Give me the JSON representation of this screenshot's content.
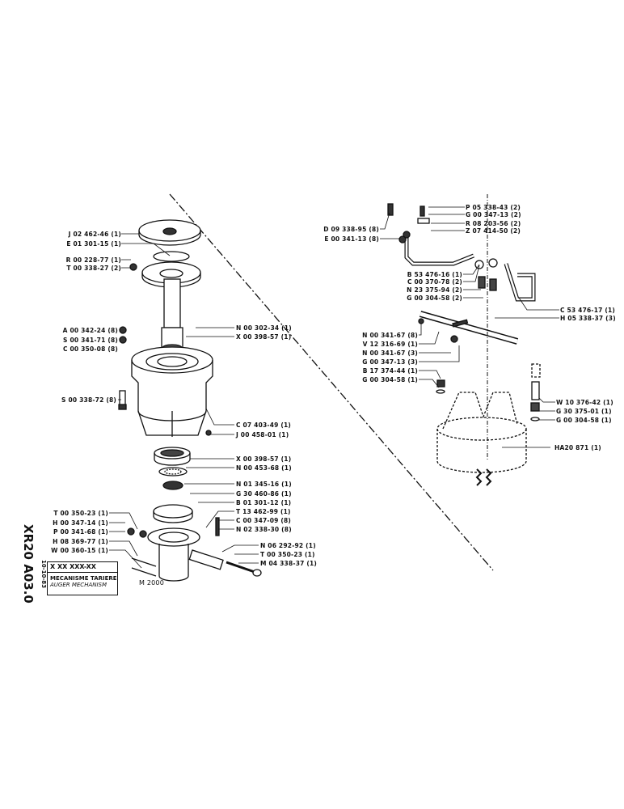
{
  "title_block": {
    "code": "X XX XXX-XX",
    "title_fr": "MECANISME TARIERE",
    "title_en": "AUGER MECHANISM",
    "model": "M 2000",
    "reference": "XR20 A03.0",
    "date": "10-10-83"
  },
  "left_parts": [
    "J 02 462-46 (1)",
    "E 01 301-15 (1)",
    "R 00 228-77 (1)",
    "T 00 338-27 (2)",
    "A 00 342-24 (8)",
    "S 00 341-71 (8)",
    "C 00 350-08 (8)",
    "S 00 338-72 (8)"
  ],
  "center_parts": [
    "N 00 302-34 (1)",
    "X 00 398-57 (1)",
    "C 07 403-49 (1)",
    "J 00 458-01 (1)",
    "X 00 398-57 (1)",
    "N 00 453-68 (1)",
    "N 01 345-16 (1)",
    "G 30 460-86 (1)",
    "B 01 301-12 (1)",
    "T 13 462-99 (1)",
    "C 00 347-09 (8)",
    "N 02 338-30 (8)",
    "N 06 292-92 (1)",
    "T 00 350-23 (1)",
    "M 04 338-37 (1)"
  ],
  "lower_left_parts": [
    "T 00 350-23 (1)",
    "H 00 347-14 (1)",
    "P 00 341-68 (1)",
    "H 08 369-77 (1)",
    "W 00 360-15 (1)"
  ],
  "right_parts": [
    "P 05 338-43 (2)",
    "G 00 347-13 (2)",
    "R 08 203-56 (2)",
    "Z 07 414-50 (2)",
    "D 09 338-95 (8)",
    "E 00 341-13 (8)",
    "B 53 476-16 (1)",
    "C 00 370-78 (2)",
    "N 23 375-94 (2)",
    "G 00 304-58 (2)",
    "C 53 476-17 (1)",
    "H 05 338-37 (3)",
    "N 00 341-67 (8)",
    "V 12 316-69 (1)",
    "N 00 341-67 (3)",
    "G 00 347-13 (3)",
    "B 17 374-44 (1)",
    "G 00 304-58 (1)",
    "W 10 376-42 (1)",
    "G 30 375-01 (1)",
    "G 00 304-58 (1)",
    "HA20 871 (1)"
  ]
}
